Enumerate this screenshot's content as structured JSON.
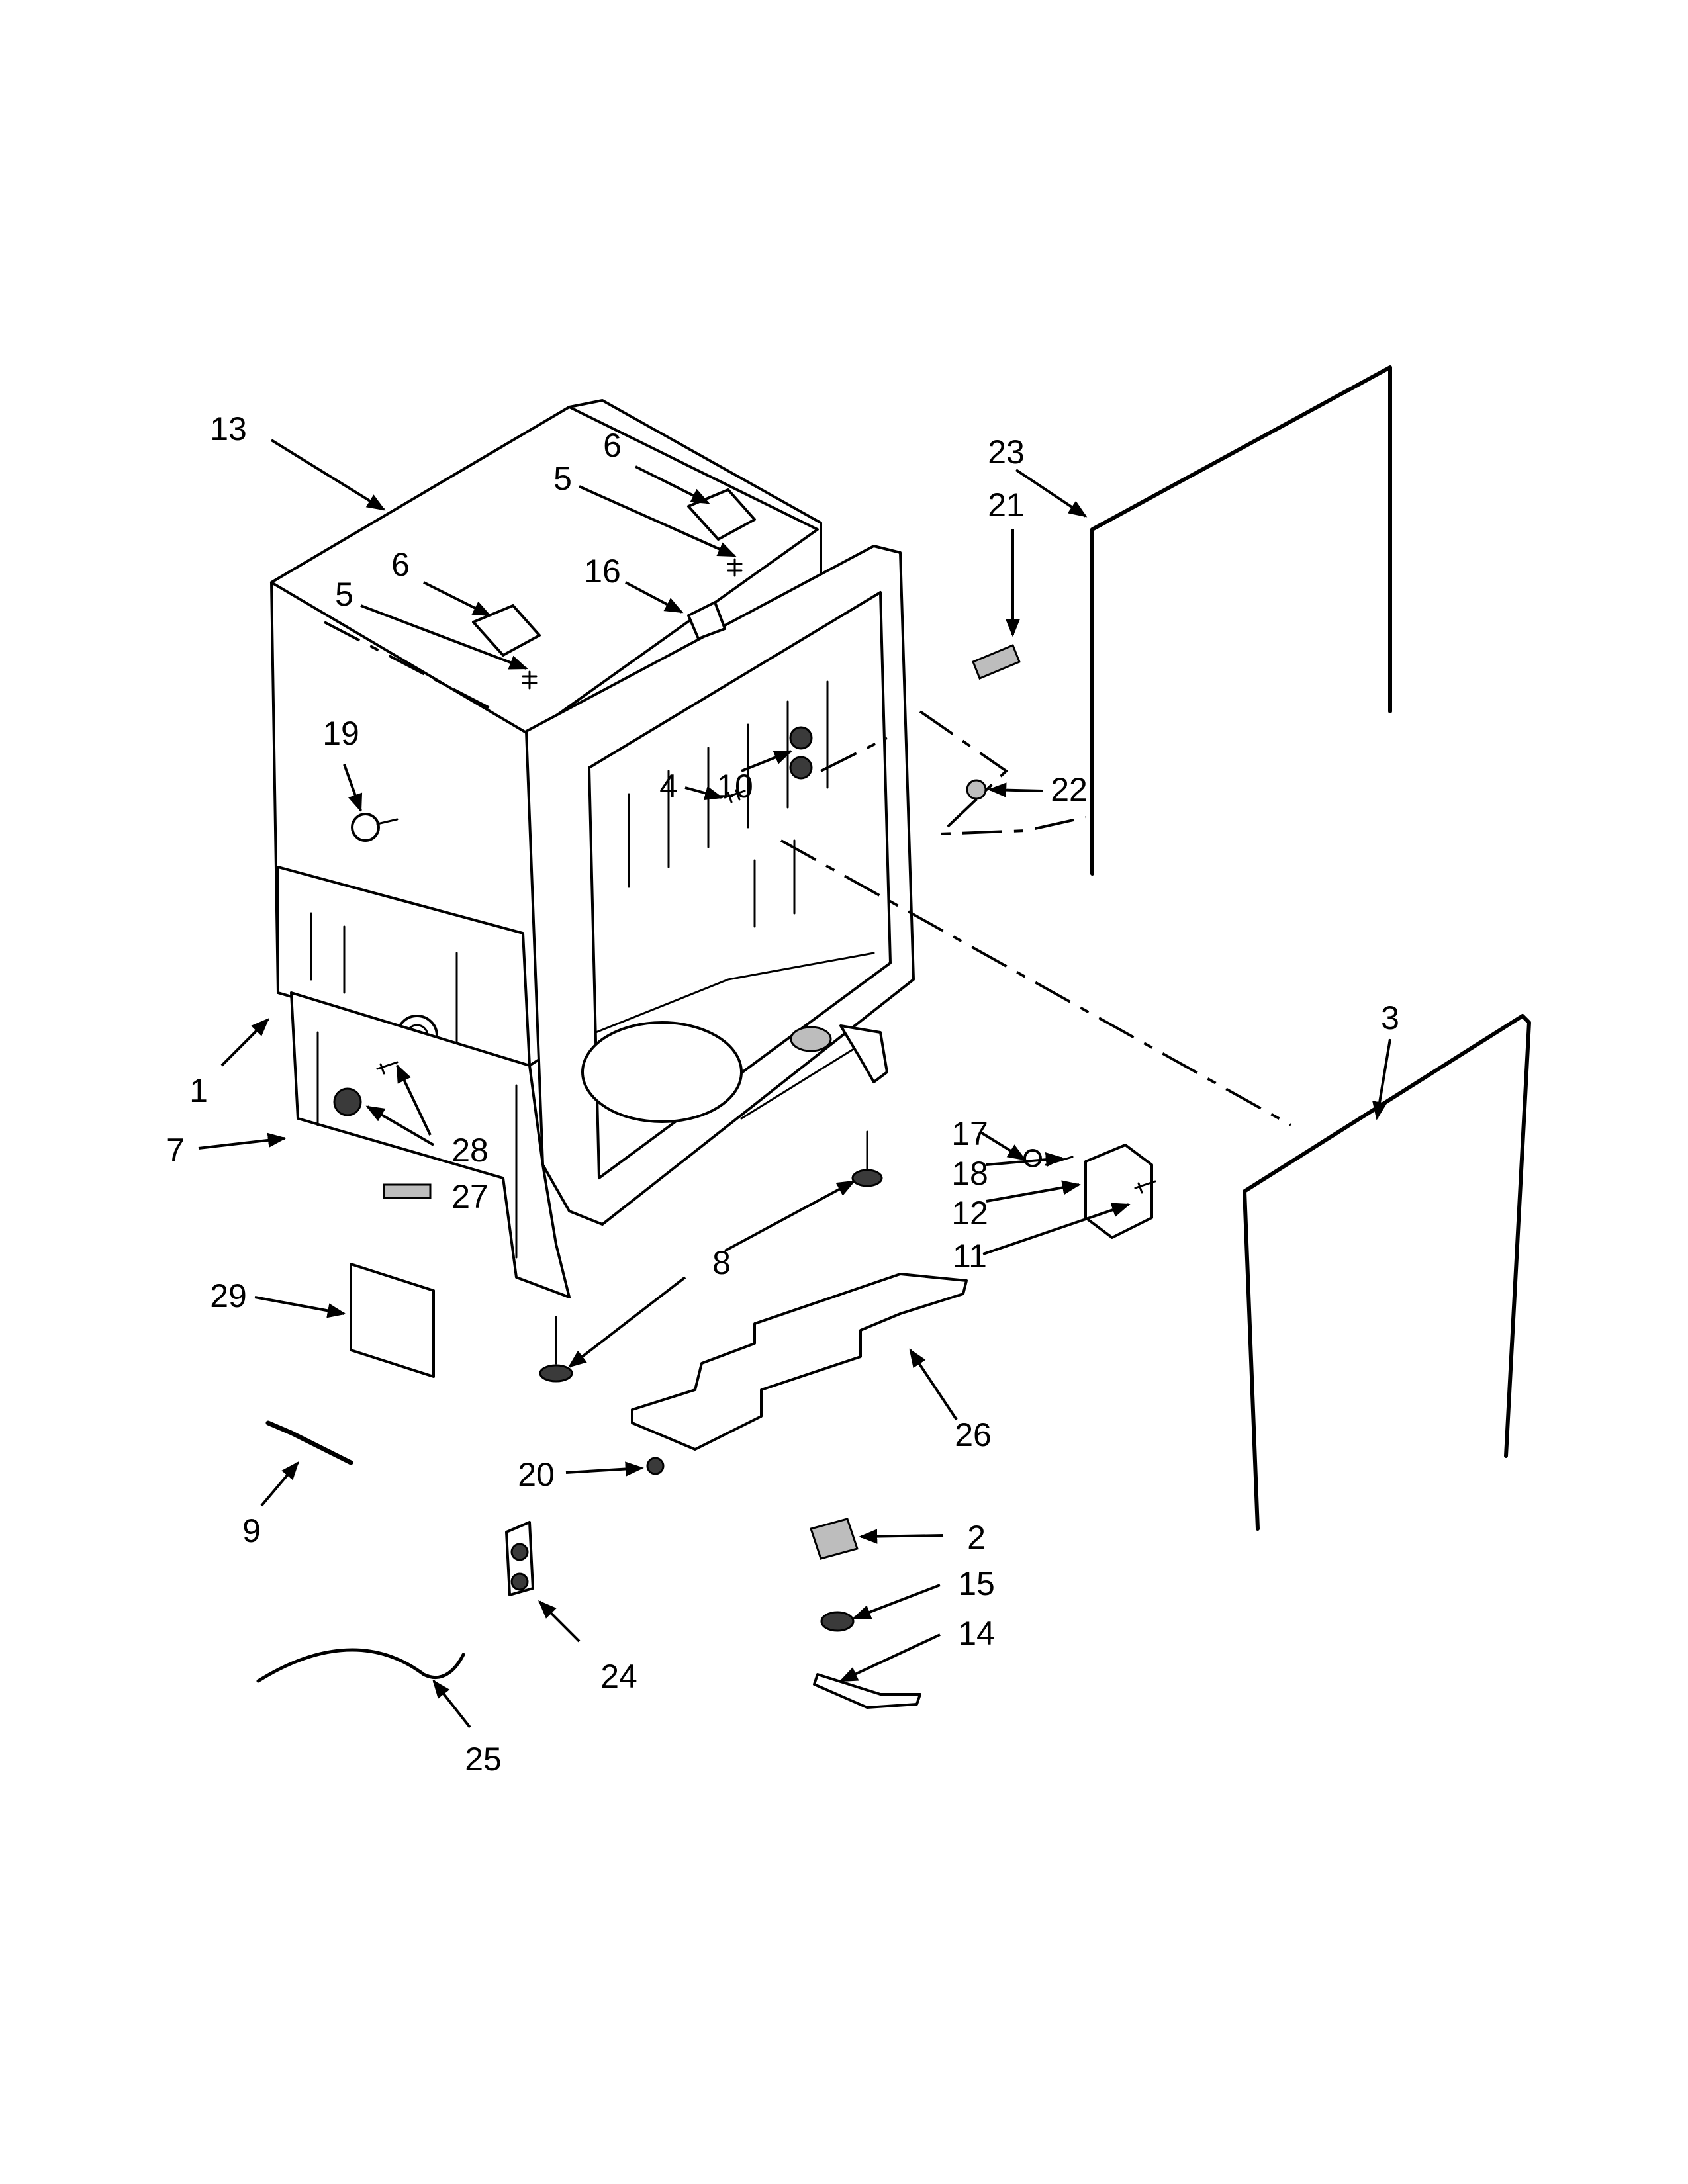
{
  "callouts": [
    {
      "id": "c1",
      "text": "1"
    },
    {
      "id": "c2",
      "text": "2"
    },
    {
      "id": "c3",
      "text": "3"
    },
    {
      "id": "c4",
      "text": "4"
    },
    {
      "id": "c5a",
      "text": "5"
    },
    {
      "id": "c5b",
      "text": "5"
    },
    {
      "id": "c6a",
      "text": "6"
    },
    {
      "id": "c6b",
      "text": "6"
    },
    {
      "id": "c7",
      "text": "7"
    },
    {
      "id": "c8",
      "text": "8"
    },
    {
      "id": "c9",
      "text": "9"
    },
    {
      "id": "c10",
      "text": "10"
    },
    {
      "id": "c11",
      "text": "11"
    },
    {
      "id": "c12",
      "text": "12"
    },
    {
      "id": "c13",
      "text": "13"
    },
    {
      "id": "c14",
      "text": "14"
    },
    {
      "id": "c15",
      "text": "15"
    },
    {
      "id": "c16",
      "text": "16"
    },
    {
      "id": "c17",
      "text": "17"
    },
    {
      "id": "c18",
      "text": "18"
    },
    {
      "id": "c19",
      "text": "19"
    },
    {
      "id": "c20",
      "text": "20"
    },
    {
      "id": "c21",
      "text": "21"
    },
    {
      "id": "c22",
      "text": "22"
    },
    {
      "id": "c23",
      "text": "23"
    },
    {
      "id": "c24",
      "text": "24"
    },
    {
      "id": "c25",
      "text": "25"
    },
    {
      "id": "c26",
      "text": "26"
    },
    {
      "id": "c27",
      "text": "27"
    },
    {
      "id": "c28",
      "text": "28"
    },
    {
      "id": "c29",
      "text": "29"
    }
  ]
}
